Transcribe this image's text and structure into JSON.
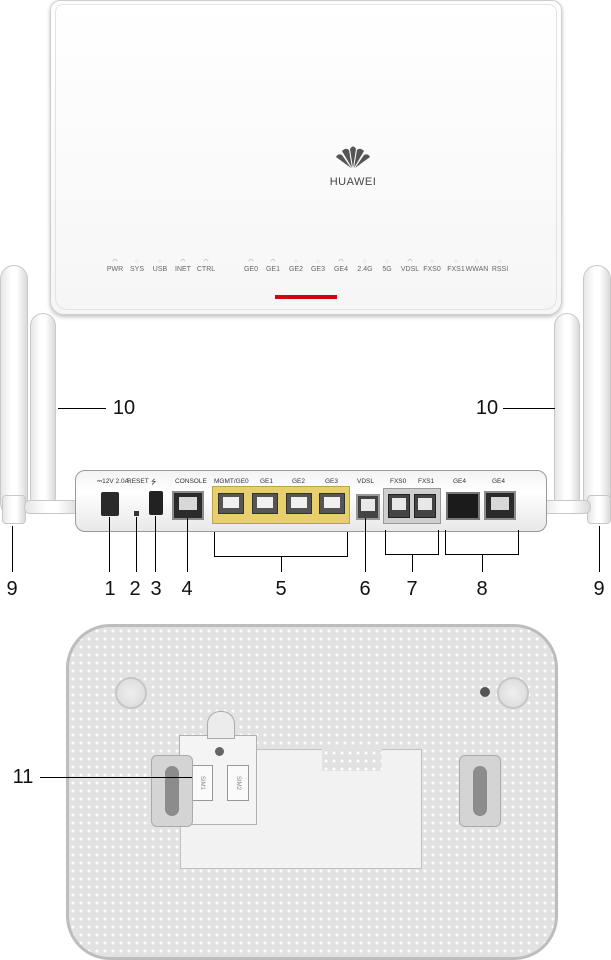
{
  "brand": "HUAWEI",
  "indicators": [
    "PWR",
    "SYS",
    "USB",
    "INET",
    "CTRL",
    "GE0",
    "GE1",
    "GE2",
    "GE3",
    "GE4",
    "2.4G",
    "5G",
    "VDSL",
    "FXS0",
    "FXS1",
    "WWAN",
    "RSSI"
  ],
  "rear_labels": {
    "power": "⎓12V 2.0A",
    "reset": "RESET",
    "usb": "⭍",
    "console": "CONSOLE",
    "mgmt": "MGMT/GE0",
    "ge1": "GE1",
    "ge2": "GE2",
    "ge3": "GE3",
    "vdsl": "VDSL",
    "fxs0": "FXS0",
    "fxs1": "FXS1",
    "ge4_sfp": "GE4",
    "ge4_rj": "GE4"
  },
  "callouts": {
    "n1": "1",
    "n2": "2",
    "n3": "3",
    "n4": "4",
    "n5": "5",
    "n6": "6",
    "n7": "7",
    "n8": "8",
    "n9_left": "9",
    "n9_right": "9",
    "n10_left": "10",
    "n10_right": "10",
    "n11": "11"
  },
  "sim_labels": [
    "SIM1",
    "SIM2"
  ],
  "colors": {
    "accent": "#d7000f",
    "lan_ports": "#e7cf6d"
  }
}
